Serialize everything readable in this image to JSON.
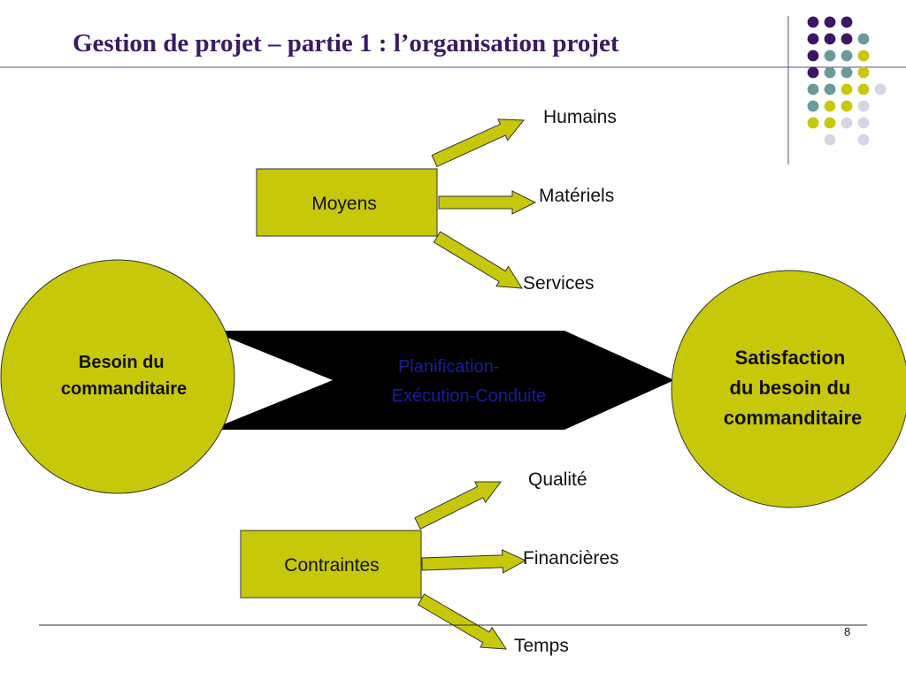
{
  "slide": {
    "title": "Gestion de projet – partie 1 : l’organisation projet",
    "page_number": "8"
  },
  "colors": {
    "olive": "#c8c80a",
    "purple": "#3d1566",
    "teal": "#6b9a9a",
    "lavender": "#d5d5e6",
    "title": "#3b1a63",
    "process_text": "#1a1aa0",
    "band": "#000000"
  },
  "diagram": {
    "need_circle": {
      "line1": "Besoin du",
      "line2": "commanditaire"
    },
    "satisfaction_circle": {
      "line1": "Satisfaction",
      "line2": "du   besoin du",
      "line3": "commanditaire"
    },
    "process": {
      "line1": "Planification-",
      "line2": "Exécution-Conduite"
    },
    "moyens": {
      "label": "Moyens",
      "items": [
        "Humains",
        "Matériels",
        "Services"
      ]
    },
    "contraintes": {
      "label": "Contraintes",
      "items": [
        "Qualité",
        "Financières",
        "Temps"
      ]
    }
  },
  "decoration": {
    "dot_grid": [
      [
        "purple",
        "purple",
        "purple",
        "none"
      ],
      [
        "purple",
        "purple",
        "purple",
        "teal"
      ],
      [
        "purple",
        "teal",
        "teal",
        "olive"
      ],
      [
        "purple",
        "teal",
        "teal",
        "olive"
      ],
      [
        "teal",
        "teal",
        "olive",
        "olive",
        "lavender"
      ],
      [
        "teal",
        "olive",
        "olive",
        "lavender"
      ],
      [
        "olive",
        "olive",
        "lavender",
        "lavender"
      ],
      [
        "none",
        "lavender",
        "none",
        "lavender"
      ]
    ]
  }
}
